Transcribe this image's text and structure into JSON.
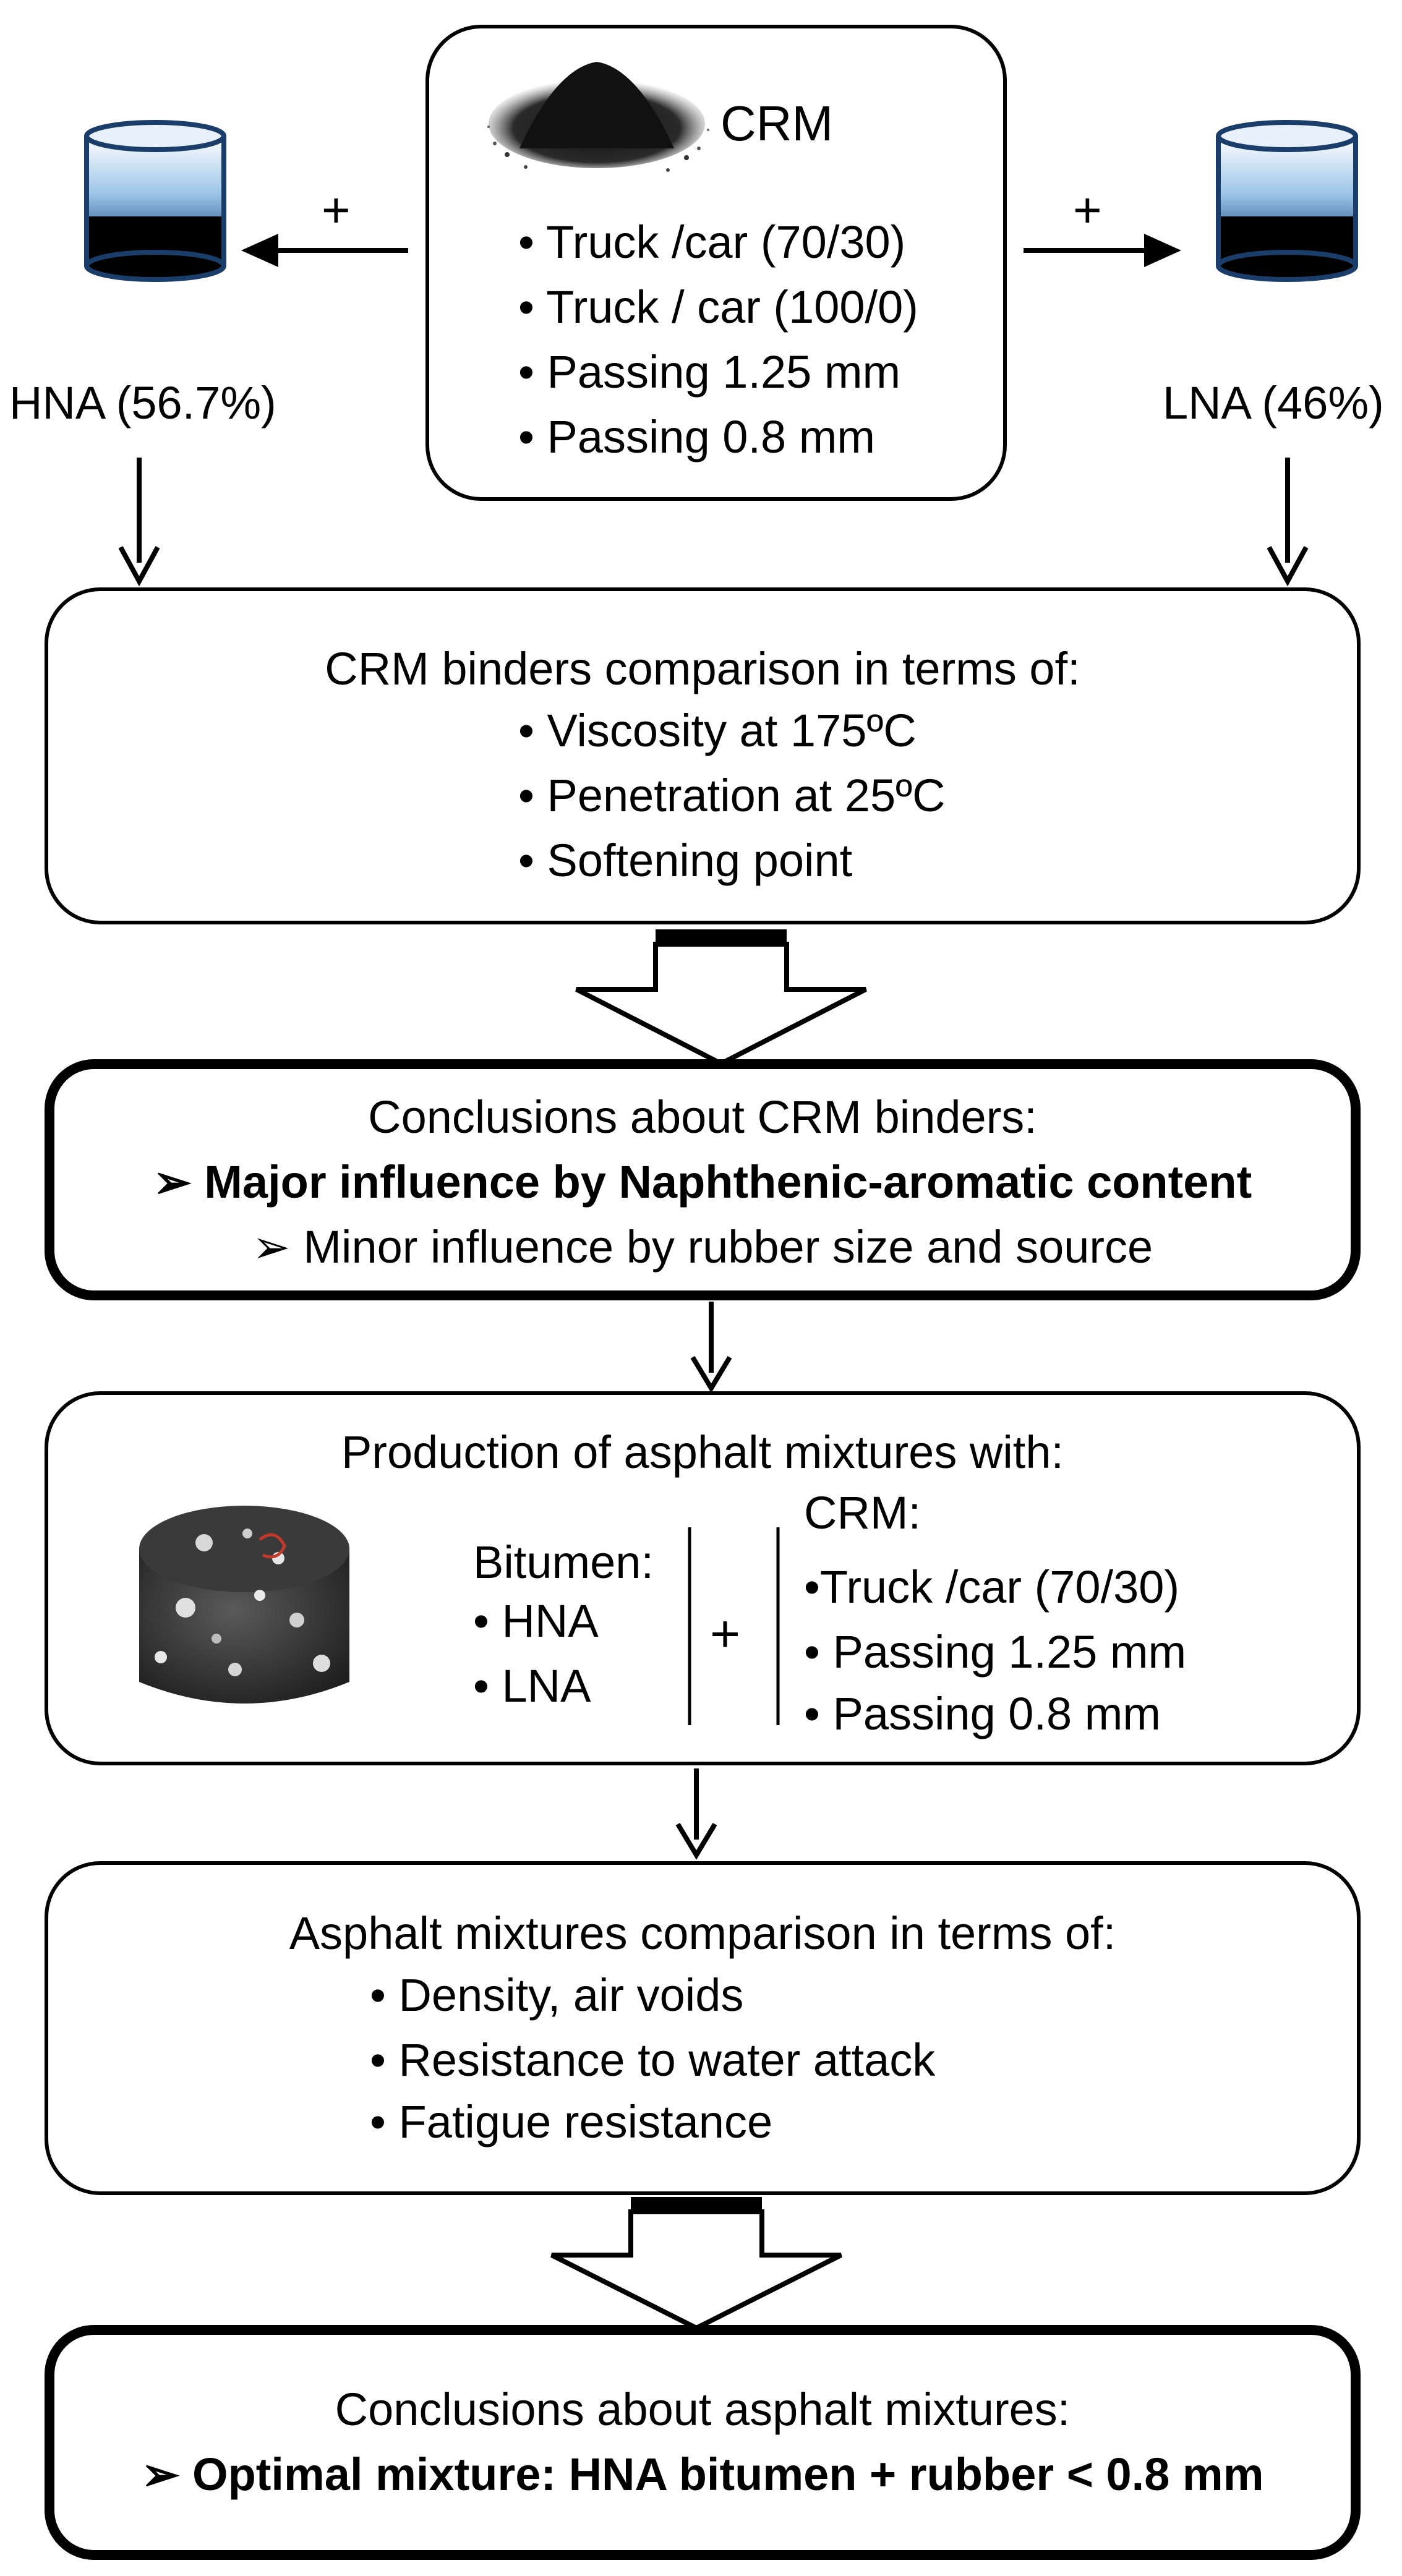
{
  "crm": {
    "title": "CRM",
    "items": [
      "• Truck /car  (70/30)",
      "• Truck / car (100/0)",
      "• Passing 1.25 mm",
      "• Passing 0.8 mm"
    ],
    "plus_left": "+",
    "plus_right": "+"
  },
  "hna_label": "HNA (56.7%)",
  "lna_label": "LNA (46%)",
  "binders_box": {
    "heading": "CRM binders comparison in terms of:",
    "items": [
      "• Viscosity at 175ºC",
      "• Penetration at 25ºC",
      "• Softening point"
    ]
  },
  "binder_conclusions": {
    "heading": "Conclusions about CRM binders:",
    "major": "➢ Major influence by Naphthenic-aromatic content",
    "minor": "➢ Minor influence by rubber size and source"
  },
  "production_box": {
    "heading": "Production of asphalt mixtures with:",
    "bitumen_title": "Bitumen:",
    "bitumen_items": [
      "• HNA",
      "• LNA"
    ],
    "plus": "+",
    "crm_title": "CRM:",
    "crm_items": [
      "•Truck /car  (70/30)",
      "• Passing 1.25 mm",
      "• Passing 0.8 mm"
    ]
  },
  "mixtures_box": {
    "heading": "Asphalt mixtures comparison in terms of:",
    "items": [
      "• Density, air voids",
      "• Resistance to water attack",
      "• Fatigue resistance"
    ]
  },
  "mixture_conclusions": {
    "heading": "Conclusions about asphalt mixtures:",
    "optimal": "➢ Optimal mixture: HNA bitumen + rubber < 0.8 mm"
  }
}
